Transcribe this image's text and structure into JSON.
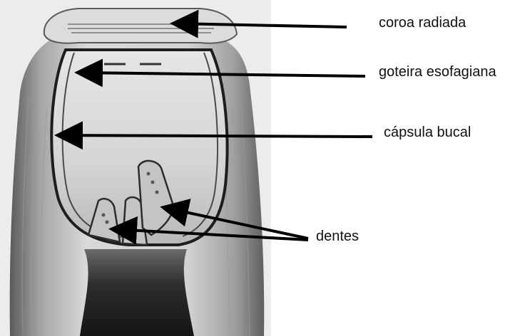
{
  "labels": {
    "coroa_radiada": "coroa radiada",
    "goteira_esofagiana": "goteira esofagiana",
    "capsula_bucal": "cápsula bucal",
    "dentes": "dentes"
  },
  "colors": {
    "background": "#ffffff",
    "arrow": "#000000",
    "specimen_dark": "#2a2a2a",
    "specimen_mid": "#8a8a8a",
    "specimen_light": "#d8d8d8"
  }
}
